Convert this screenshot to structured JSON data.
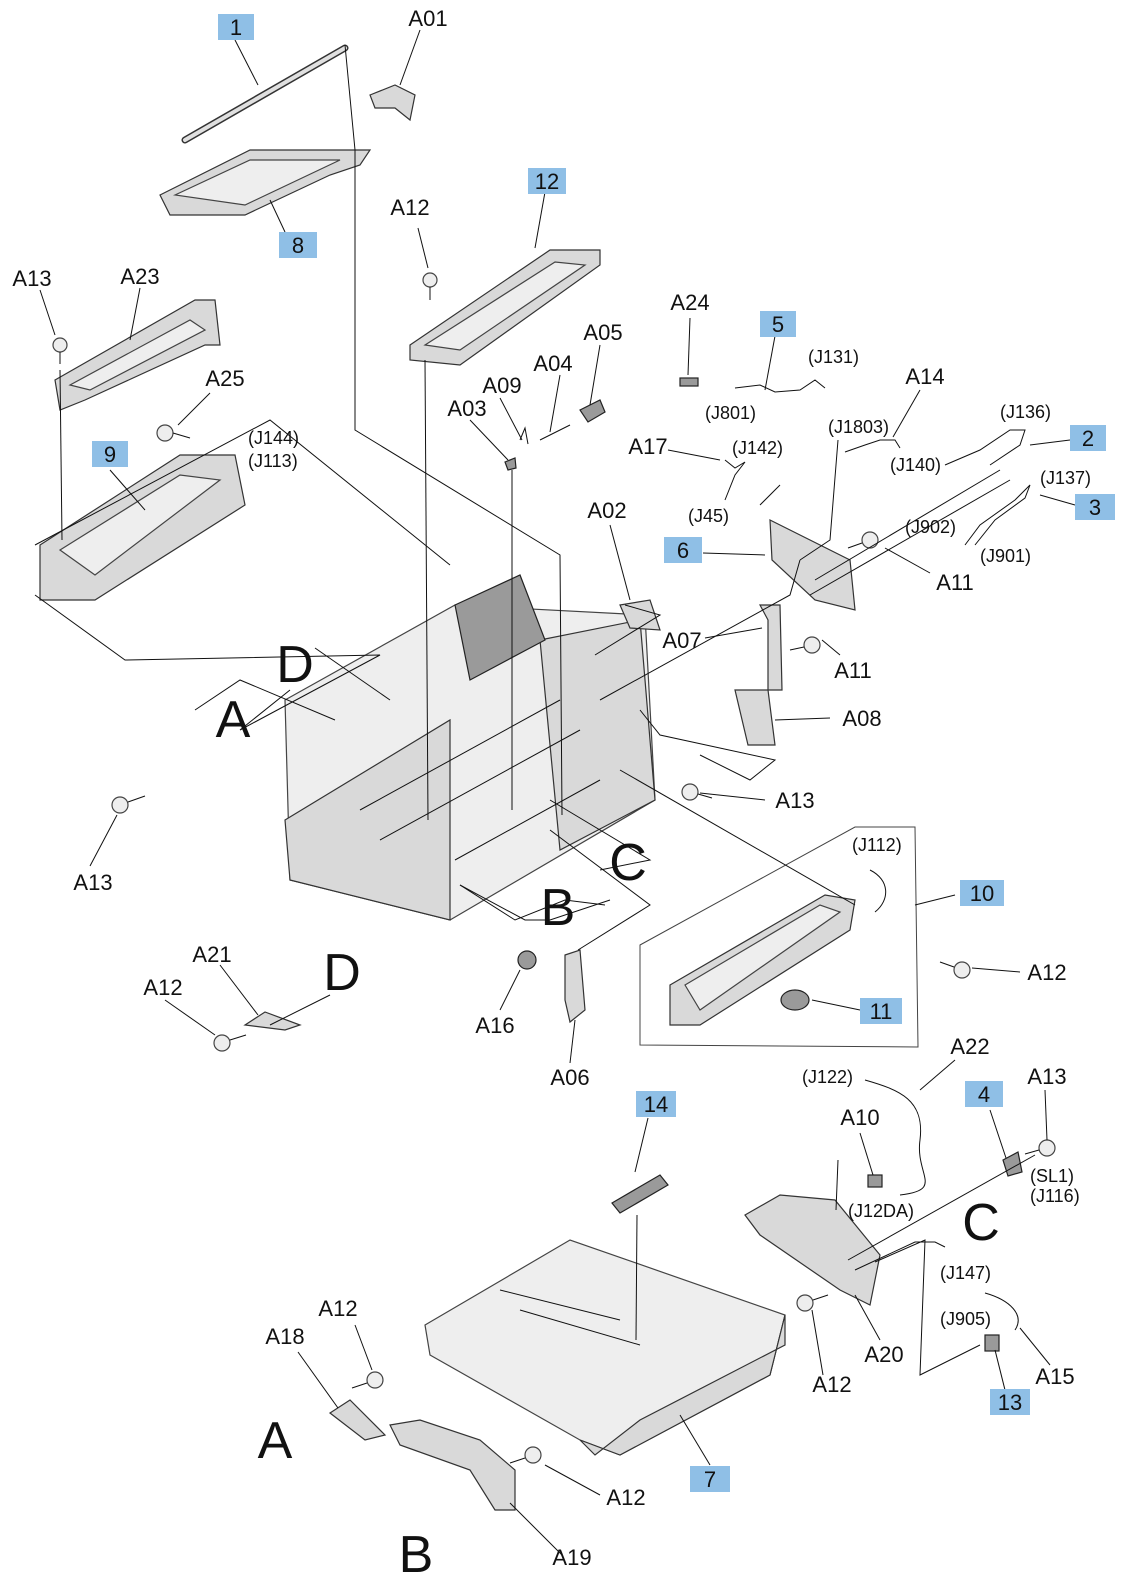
{
  "callouts": [
    {
      "id": "1",
      "text": "1"
    },
    {
      "id": "2",
      "text": "2"
    },
    {
      "id": "3",
      "text": "3"
    },
    {
      "id": "4",
      "text": "4"
    },
    {
      "id": "5",
      "text": "5"
    },
    {
      "id": "6",
      "text": "6"
    },
    {
      "id": "7",
      "text": "7"
    },
    {
      "id": "8",
      "text": "8"
    },
    {
      "id": "9",
      "text": "9"
    },
    {
      "id": "10",
      "text": "10"
    },
    {
      "id": "11",
      "text": "11"
    },
    {
      "id": "12",
      "text": "12"
    },
    {
      "id": "13",
      "text": "13"
    },
    {
      "id": "14",
      "text": "14"
    }
  ],
  "labels": {
    "A01": "A01",
    "A02": "A02",
    "A03": "A03",
    "A04": "A04",
    "A05": "A05",
    "A06": "A06",
    "A07": "A07",
    "A08": "A08",
    "A09": "A09",
    "A10": "A10",
    "A11": "A11",
    "A12": "A12",
    "A13": "A13",
    "A14": "A14",
    "A15": "A15",
    "A16": "A16",
    "A17": "A17",
    "A18": "A18",
    "A19": "A19",
    "A20": "A20",
    "A21": "A21",
    "A22": "A22",
    "A23": "A23",
    "A24": "A24",
    "A25": "A25"
  },
  "connectors": {
    "J144": "(J144)",
    "J113": "(J113)",
    "J131": "(J131)",
    "J801": "(J801)",
    "J1803": "(J1803)",
    "J140": "(J140)",
    "J142": "(J142)",
    "J45": "(J45)",
    "J136": "(J136)",
    "J137": "(J137)",
    "J902": "(J902)",
    "J901": "(J901)",
    "J112": "(J112)",
    "J122": "(J122)",
    "J12DA": "(J12DA)",
    "SL1": "(SL1)",
    "J116": "(J116)",
    "J147": "(J147)",
    "J905": "(J905)"
  },
  "section_letters": {
    "A": "A",
    "B": "B",
    "C": "C",
    "D": "D"
  }
}
